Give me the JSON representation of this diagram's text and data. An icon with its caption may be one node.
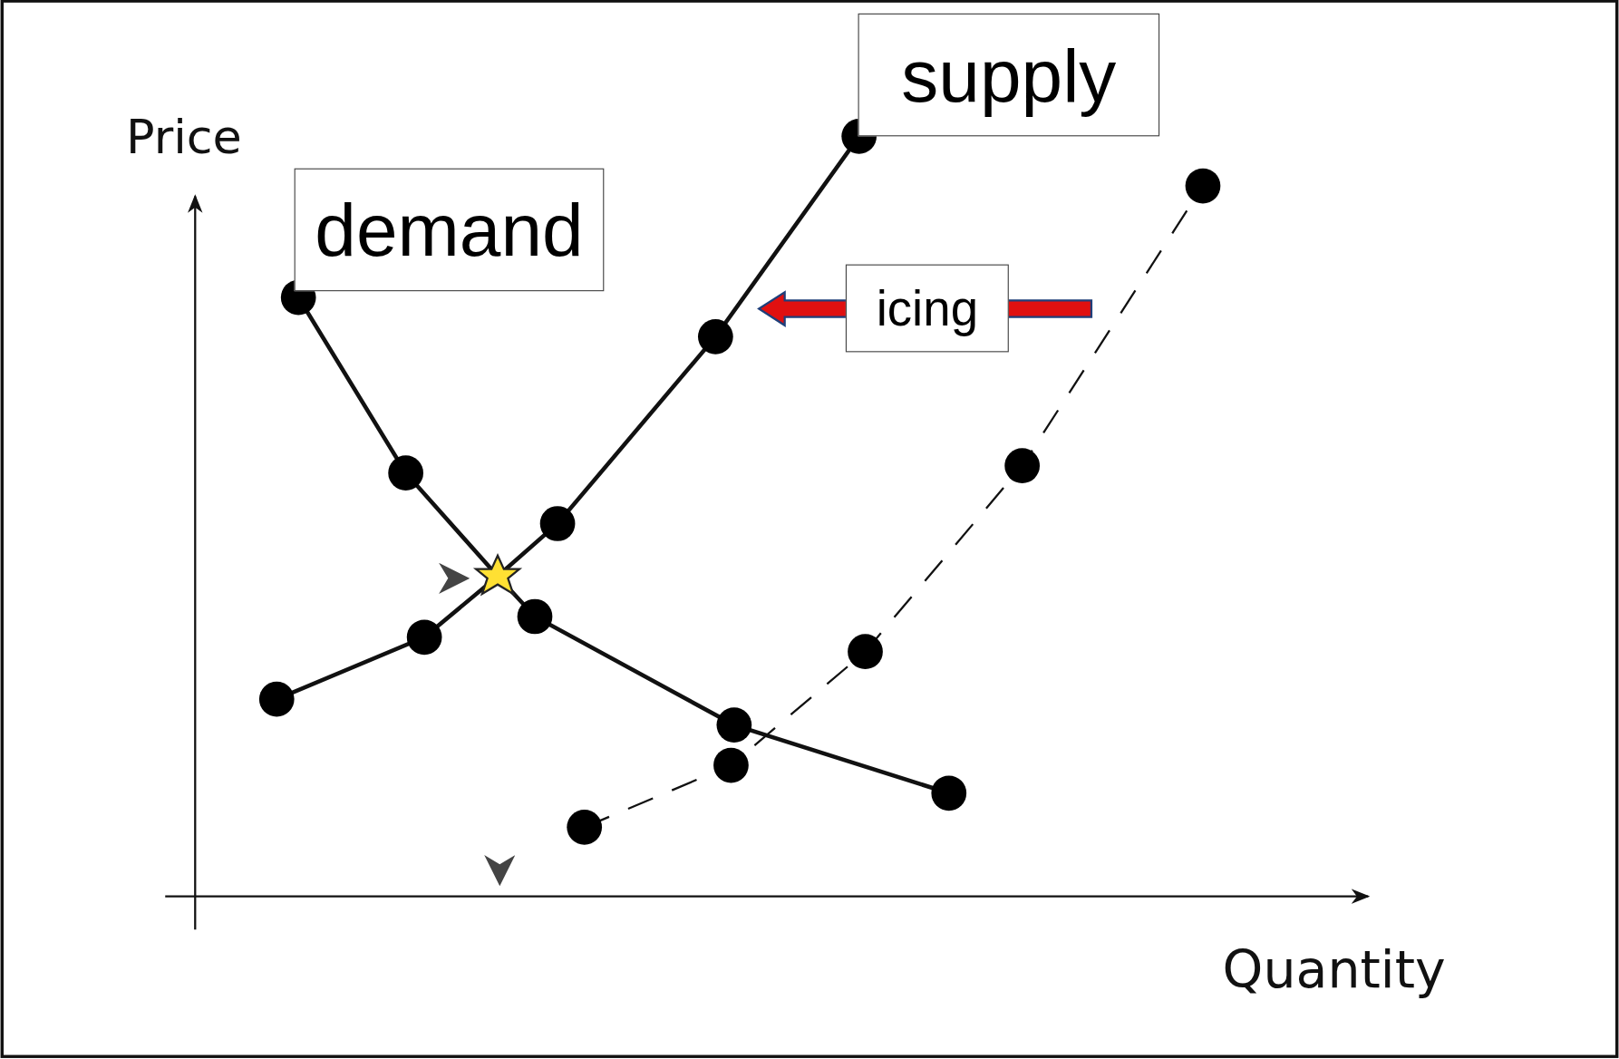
{
  "diagram": {
    "nodes": [
      {
        "text": [
          "supply"
        ]
      },
      {
        "text": [
          "demand"
        ]
      },
      {
        "text": [
          "icing"
        ]
      }
    ],
    "labels": [
      "Price",
      "Quantity"
    ]
  }
}
